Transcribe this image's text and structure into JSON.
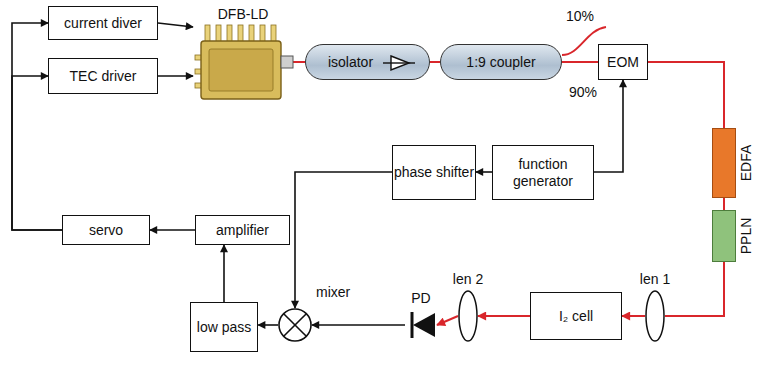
{
  "diagram": {
    "nodes": [
      {
        "text": [
          "current diver"
        ]
      },
      {
        "text": [
          "TEC driver"
        ]
      },
      {
        "text": [
          "DFB-LD"
        ]
      },
      {
        "text": [
          "isolator"
        ]
      },
      {
        "text": [
          "1:9 coupler"
        ]
      },
      {
        "text": [
          "EOM"
        ]
      },
      {
        "text": [
          "EDFA"
        ]
      },
      {
        "text": [
          "PPLN"
        ]
      },
      {
        "text": [
          "len 1"
        ]
      },
      {
        "text": [
          "I₂ cell"
        ]
      },
      {
        "text": [
          "len 2"
        ]
      },
      {
        "text": [
          "PD"
        ]
      },
      {
        "text": [
          "mixer"
        ]
      },
      {
        "text": [
          "low pass"
        ]
      },
      {
        "text": [
          "amplifier"
        ]
      },
      {
        "text": [
          "servo"
        ]
      },
      {
        "text": [
          "phase shifter"
        ]
      },
      {
        "text": [
          "function generator"
        ]
      }
    ],
    "edges": [
      {
        "from": 15,
        "to": 0,
        "arrow": "to"
      },
      {
        "from": 15,
        "to": 1,
        "arrow": "to"
      },
      {
        "from": 0,
        "to": 2,
        "arrow": "to"
      },
      {
        "from": 1,
        "to": 2,
        "arrow": "to"
      },
      {
        "from": 2,
        "to": 3,
        "arrow": "none"
      },
      {
        "from": 3,
        "to": 4,
        "arrow": "none"
      },
      {
        "from": 4,
        "to": 5,
        "arrow": "none"
      },
      {
        "from": 5,
        "to": 6,
        "arrow": "none"
      },
      {
        "from": 6,
        "to": 7,
        "arrow": "none"
      },
      {
        "from": 7,
        "to": 8,
        "arrow": "none"
      },
      {
        "from": 8,
        "to": 9,
        "arrow": "to"
      },
      {
        "from": 9,
        "to": 10,
        "arrow": "to"
      },
      {
        "from": 10,
        "to": 11,
        "arrow": "to"
      },
      {
        "from": 11,
        "to": 12,
        "arrow": "to"
      },
      {
        "from": 12,
        "to": 13,
        "arrow": "to"
      },
      {
        "from": 13,
        "to": 14,
        "arrow": "to"
      },
      {
        "from": 14,
        "to": 15,
        "arrow": "to"
      },
      {
        "from": 17,
        "to": 16,
        "arrow": "to"
      },
      {
        "from": 17,
        "to": 5,
        "arrow": "to"
      },
      {
        "from": 16,
        "to": 12,
        "arrow": "to"
      }
    ],
    "labels": [
      "10%",
      "90%"
    ]
  }
}
